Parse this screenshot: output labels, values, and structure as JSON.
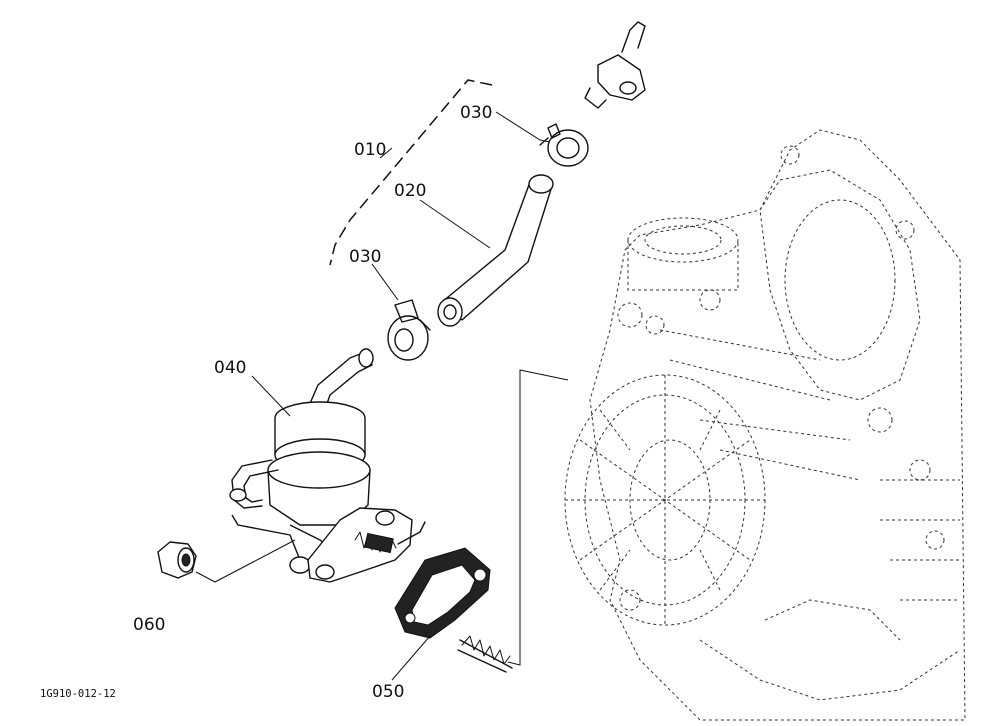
{
  "diagram": {
    "callouts": {
      "c010": "010",
      "c020": "020",
      "c030_top": "030",
      "c030_bottom": "030",
      "c040": "040",
      "c050": "050",
      "c060": "060"
    },
    "figure_code": "1G910-012-12"
  }
}
